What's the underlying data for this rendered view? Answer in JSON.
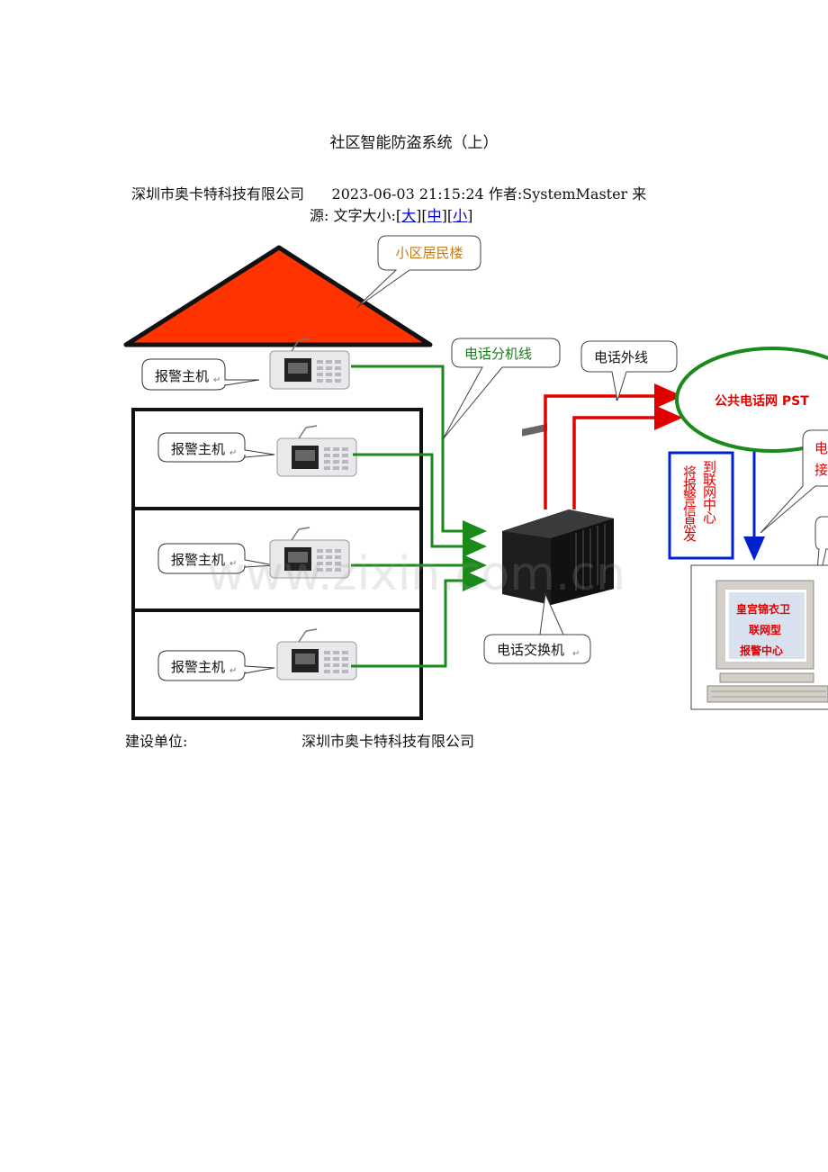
{
  "article": {
    "title": "社区智能防盗系统（上）",
    "company": "深圳市奥卡特科技有限公司",
    "datetime": "2023-06-03 21:15:24",
    "author_label": "作者:",
    "author": "SystemMaster",
    "source_label_1": "来",
    "source_label_2": "源:",
    "font_size_label": "文字大小:",
    "size_large": "大",
    "size_medium": "中",
    "size_small": "小"
  },
  "diagram": {
    "building_label": "小区居民楼",
    "alarm_host": "报警主机",
    "extension_line": "电话分机线",
    "outside_line": "电话外线",
    "pstn": "公共电话网 PST",
    "switch": "电话交换机",
    "send_info": "将报警信息发",
    "to_center": "到联网中心",
    "right_callout_1": "电",
    "right_callout_2": "接",
    "screen_1": "皇宫锦衣卫",
    "screen_2": "联网型",
    "screen_3": "报警中心",
    "watermark": "www.zixin.com.cn",
    "colors": {
      "roof": "#ff3300",
      "green": "#1a8a1a",
      "red": "#e00000",
      "blue": "#0022cc",
      "label_orange": "#c77a1a",
      "label_green": "#1a7a1a"
    }
  },
  "footer": {
    "label": "建设单位:",
    "company": "深圳市奥卡特科技有限公司"
  }
}
